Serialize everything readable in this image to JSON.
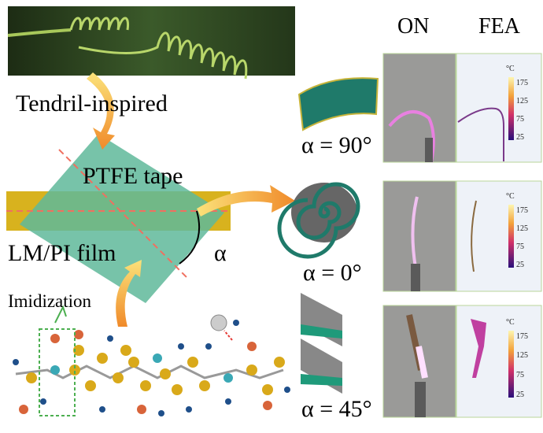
{
  "labels": {
    "tendril": "Tendril-inspired",
    "ptfe": "PTFE tape",
    "lmpi": "LM/PI film",
    "alpha": "α",
    "imidization": "Imidization",
    "on": "ON",
    "fea": "FEA"
  },
  "rows": [
    {
      "angle_label": "α = 90°"
    },
    {
      "angle_label": "α = 0°"
    },
    {
      "angle_label": "α = 45°"
    }
  ],
  "colorbar": {
    "unit": "°C",
    "ticks": [
      "175",
      "125",
      "75",
      "25"
    ]
  },
  "colors": {
    "tape": "#5fb89a",
    "film": "#d8b21e",
    "tendril_bg": "#2f4a22",
    "arrow": "#f3a13a",
    "dash": "#f07060"
  }
}
